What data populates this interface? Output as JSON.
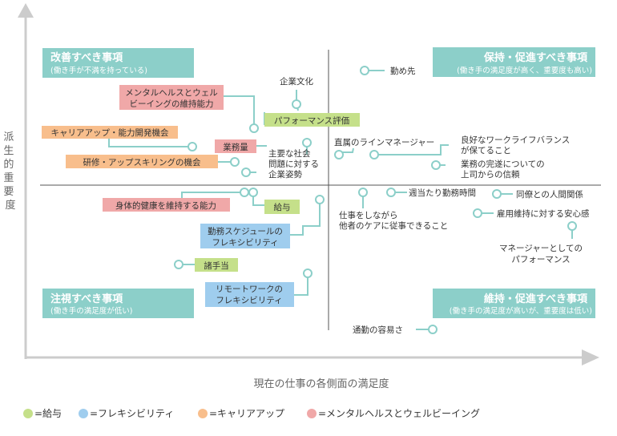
{
  "axes": {
    "y_label": "派生的重要度",
    "x_label": "現在の仕事の各側面の満足度"
  },
  "quadrants": {
    "top_left": {
      "title": "改善すべき事項",
      "subtitle": "(働き手が不満を持っている)"
    },
    "top_right": {
      "title": "保持・促進すべき事項",
      "subtitle": "(働き手の満足度が高く、重要度も高い)"
    },
    "bottom_left": {
      "title": "注視すべき事項",
      "subtitle": "(働き手の満足度が低い)"
    },
    "bottom_right": {
      "title": "維持・促進すべき事項",
      "subtitle": "(働き手の満足度が高いが、重要度は低い)"
    }
  },
  "items": {
    "mental_health": "メンタルヘルスとウェルビーイングの維持能力",
    "career_up": "キャリアアップ・能力開発機会",
    "gyomuryo": "業務量",
    "kenshu": "研修・アップスキリングの機会",
    "kigyo_bunka": "企業文化",
    "performance_eval": "パフォーマンス評価",
    "shakai_mondai": "主要な社会問題に対する企業姿勢",
    "tsutomesaki": "勤め先",
    "line_manager": "直属のラインマネージャー",
    "wlb": "良好なワークライフバランスが保てること",
    "kanzui": "業務の完遂についての上司からの信頼",
    "shintai": "身体的健康を維持する能力",
    "kyuyo": "給与",
    "schedule_flex": "勤務スケジュールのフレキシビリティ",
    "teate": "諸手当",
    "remote_flex": "リモートワークのフレキシビリティ",
    "shu_atari": "週当たり勤務時間",
    "doryo": "同僚との人間関係",
    "koyo_iji": "雇用維持に対する安心感",
    "care": "仕事をしながら他者のケアに従事できること",
    "manager_perf": "マネージャーとしてのパフォーマンス",
    "tsukin": "通勤の容易さ"
  },
  "legend": [
    {
      "label": "=給与",
      "color": "#c5e08a"
    },
    {
      "label": "=フレキシビリティ",
      "color": "#9fcdee"
    },
    {
      "label": "=キャリアアップ",
      "color": "#f8be8c"
    },
    {
      "label": "=メンタルヘルスとウェルビーイング",
      "color": "#f0a8a8"
    }
  ],
  "colors": {
    "quadrant_box": "#8ccfc9",
    "marker_line": "#8ccfc9",
    "axis": "#cccccc",
    "divider": "#555555"
  }
}
